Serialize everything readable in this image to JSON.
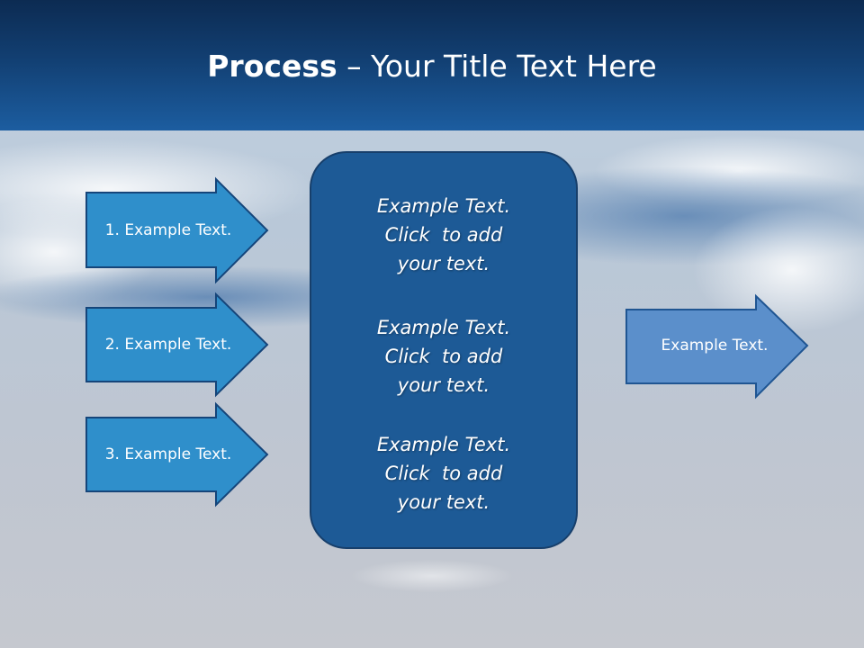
{
  "slide": {
    "title_bold": "Process",
    "title_rest": " – Your Title Text Here"
  },
  "inputs": [
    {
      "label": "1. Example Text."
    },
    {
      "label": "2. Example Text."
    },
    {
      "label": "3. Example Text."
    }
  ],
  "center": {
    "blocks": [
      {
        "line1": "Example Text.",
        "line2": "Click  to add",
        "line3": "your text."
      },
      {
        "line1": "Example Text.",
        "line2": "Click  to add",
        "line3": "your text."
      },
      {
        "line1": "Example Text.",
        "line2": "Click  to add",
        "line3": "your text."
      }
    ]
  },
  "output": {
    "label": "Example Text."
  },
  "colors": {
    "input_arrow_fill": "#2f8fcb",
    "input_arrow_stroke": "#15457a",
    "center_fill": "#1d5a96",
    "center_stroke": "#173f6b",
    "output_arrow_fill": "#5b8fcb",
    "output_arrow_stroke": "#1f5592",
    "header_top": "#0c2b52",
    "header_bottom": "#1c5da0"
  }
}
